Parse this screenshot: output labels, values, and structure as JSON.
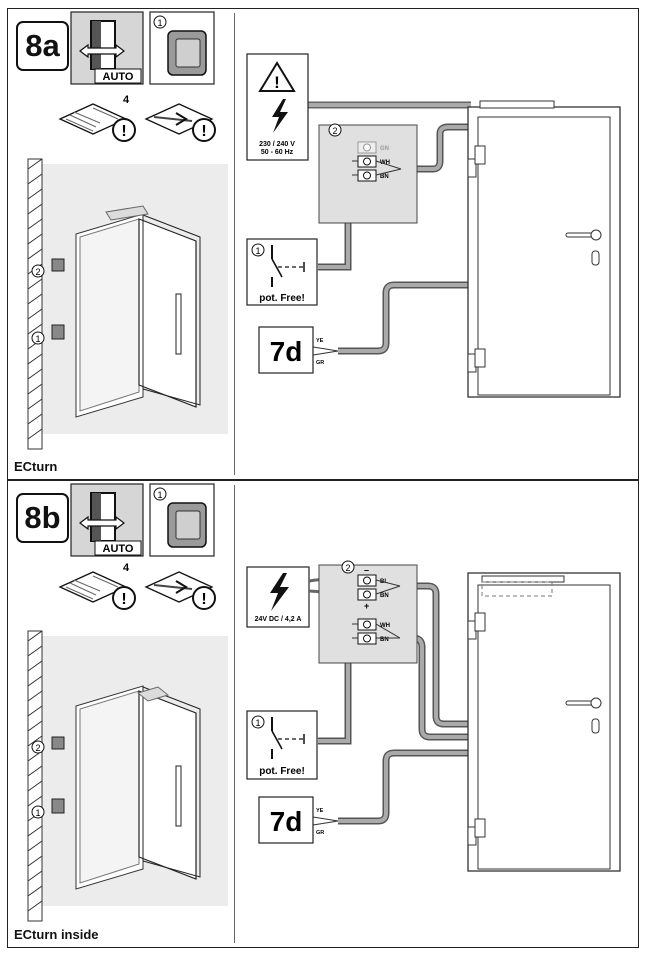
{
  "panel_a": {
    "step": "8a",
    "caption": "ECturn",
    "mode": "AUTO",
    "manual_page": "4",
    "marker_1": "1",
    "marker_2": "2",
    "supply": "230 / 240 V\n50 - 60 Hz",
    "supply_line1": "230 / 240 V",
    "supply_line2": "50 - 60 Hz",
    "terminals": [
      "GN",
      "WH",
      "BN"
    ],
    "contact_label": "pot. Free!",
    "ref_label": "7d",
    "wires": [
      "YE",
      "GR"
    ]
  },
  "panel_b": {
    "step": "8b",
    "caption": "ECturn inside",
    "mode": "AUTO",
    "manual_page": "4",
    "marker_1": "1",
    "marker_2": "2",
    "supply": "24V DC / 4,2 A",
    "dc_terminals": [
      "BL",
      "BN"
    ],
    "polarity_minus": "–",
    "polarity_plus": "+",
    "terminals": [
      "WH",
      "BN"
    ],
    "contact_label": "pot. Free!",
    "ref_label": "7d",
    "wires": [
      "YE",
      "GR"
    ]
  }
}
